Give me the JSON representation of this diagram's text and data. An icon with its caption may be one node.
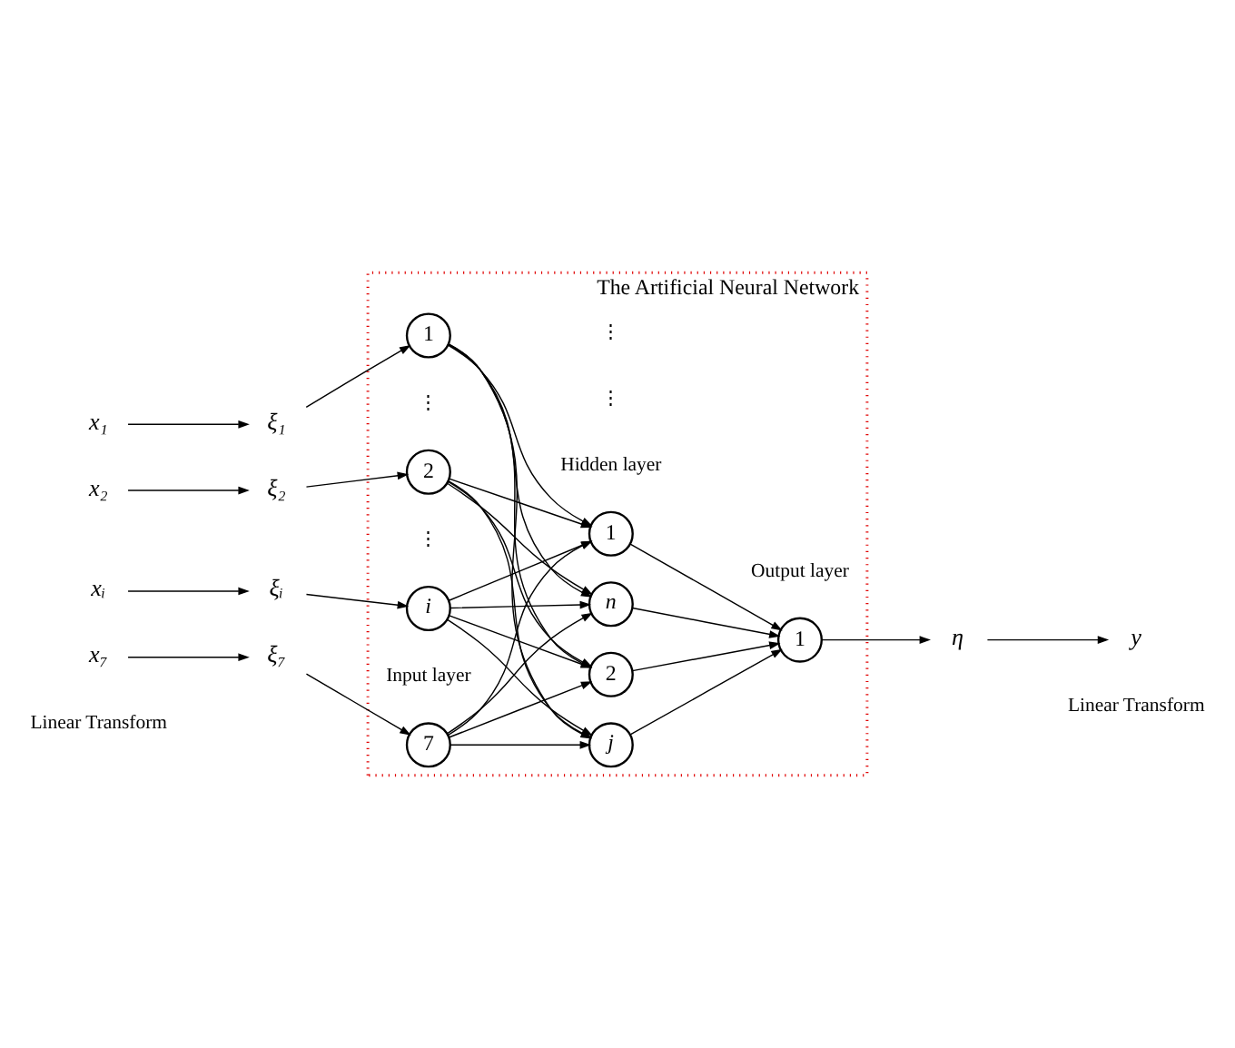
{
  "diagram": {
    "nodes": [
      {
        "text": [
          "The Artificial Neural Network"
        ]
      },
      {
        "text": [
          "x₁"
        ]
      },
      {
        "text": [
          "x₂"
        ]
      },
      {
        "text": [
          "xᵢ"
        ]
      },
      {
        "text": [
          "x₇"
        ]
      },
      {
        "text": [
          "ξ₁"
        ]
      },
      {
        "text": [
          "ξ₂"
        ]
      },
      {
        "text": [
          "ξᵢ"
        ]
      },
      {
        "text": [
          "ξ₇"
        ]
      },
      {
        "text": [
          "1"
        ],
        "in": 0
      },
      {
        "text": [
          "2"
        ],
        "in": 0
      },
      {
        "text": [
          "i"
        ],
        "in": 0
      },
      {
        "text": [
          "7"
        ],
        "in": 0
      },
      {
        "text": [
          "1"
        ],
        "in": 0
      },
      {
        "text": [
          "2"
        ],
        "in": 0
      },
      {
        "text": [
          "j"
        ],
        "in": 0
      },
      {
        "text": [
          "n"
        ],
        "in": 0
      },
      {
        "text": [
          "1"
        ],
        "in": 0
      },
      {
        "text": [
          "η"
        ]
      },
      {
        "text": [
          "y"
        ]
      }
    ],
    "edges": [
      {
        "from": 1,
        "to": 5,
        "arrow": "to"
      },
      {
        "from": 2,
        "to": 6,
        "arrow": "to"
      },
      {
        "from": 3,
        "to": 7,
        "arrow": "to"
      },
      {
        "from": 4,
        "to": 8,
        "arrow": "to"
      },
      {
        "from": 5,
        "to": 9,
        "arrow": "to"
      },
      {
        "from": 6,
        "to": 10,
        "arrow": "to"
      },
      {
        "from": 7,
        "to": 11,
        "arrow": "to"
      },
      {
        "from": 8,
        "to": 12,
        "arrow": "to"
      },
      {
        "from": 9,
        "to": 13,
        "arrow": "to"
      },
      {
        "from": 9,
        "to": 14,
        "arrow": "to"
      },
      {
        "from": 9,
        "to": 15,
        "arrow": "to"
      },
      {
        "from": 9,
        "to": 16,
        "arrow": "to"
      },
      {
        "from": 10,
        "to": 13,
        "arrow": "to"
      },
      {
        "from": 10,
        "to": 14,
        "arrow": "to"
      },
      {
        "from": 10,
        "to": 15,
        "arrow": "to"
      },
      {
        "from": 10,
        "to": 16,
        "arrow": "to"
      },
      {
        "from": 11,
        "to": 13,
        "arrow": "to"
      },
      {
        "from": 11,
        "to": 14,
        "arrow": "to"
      },
      {
        "from": 11,
        "to": 15,
        "arrow": "to"
      },
      {
        "from": 11,
        "to": 16,
        "arrow": "to"
      },
      {
        "from": 12,
        "to": 13,
        "arrow": "to"
      },
      {
        "from": 12,
        "to": 14,
        "arrow": "to"
      },
      {
        "from": 12,
        "to": 15,
        "arrow": "to"
      },
      {
        "from": 12,
        "to": 16,
        "arrow": "to"
      },
      {
        "from": 13,
        "to": 17,
        "arrow": "to"
      },
      {
        "from": 14,
        "to": 17,
        "arrow": "to"
      },
      {
        "from": 15,
        "to": 17,
        "arrow": "to"
      },
      {
        "from": 16,
        "to": 17,
        "arrow": "to"
      },
      {
        "from": 17,
        "to": 18,
        "arrow": "to"
      },
      {
        "from": 18,
        "to": 19,
        "arrow": "to"
      }
    ],
    "labels": [
      "⋮",
      "⋮",
      "Linear Transform",
      "⋮",
      "⋮",
      "Linear Transform",
      "Input layer",
      "Hidden layer",
      "Output layer"
    ]
  }
}
